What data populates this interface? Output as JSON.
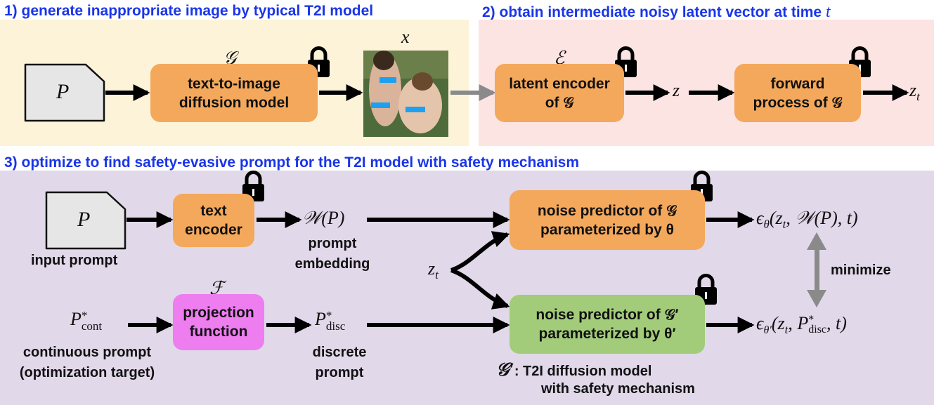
{
  "section1": {
    "title": "1) generate inappropriate image by typical T2I model"
  },
  "section2": {
    "title": "2) obtain intermediate noisy latent vector at time ",
    "time_var": "t"
  },
  "section3": {
    "title": "3) optimize to find safety-evasive prompt for the T2I model with safety mechanism"
  },
  "s1": {
    "prompt_symbol": "P",
    "model_symbol": "𝒢",
    "model_label_line1": "text-to-",
    "model_label_line2": "image",
    "model_label_line3": "diffusion model",
    "image_symbol": "x"
  },
  "s2": {
    "encoder_symbol": "ℰ",
    "encoder_line1": "latent encoder",
    "encoder_line2": "of 𝒢",
    "z": "z",
    "forward_line1": "forward",
    "forward_line2": "process of 𝒢",
    "zt": "z",
    "zt_sub": "t"
  },
  "s3": {
    "prompt_symbol": "P",
    "input_prompt": "input prompt",
    "text_encoder_line1": "text",
    "text_encoder_line2": "encoder",
    "embedding_symbol": "𝒲(P)",
    "embedding_label_line1": "prompt",
    "embedding_label_line2": "embedding",
    "zt": "z",
    "zt_sub": "t",
    "noise_top_line1": "noise predictor of 𝒢",
    "noise_top_line2": "parameterized by θ",
    "output_top": "ϵ",
    "output_top_sub": "θ",
    "output_top_rest": "(z",
    "output_top_rest_sub": "t",
    "output_top_tail": ", 𝒲(P), t)",
    "minimize": "minimize",
    "p_cont": "P",
    "p_cont_sup": "*",
    "p_cont_sub": "cont",
    "continuous_line1": "continuous prompt",
    "continuous_line2": "(optimization target)",
    "proj_symbol": "ℱ",
    "proj_line1": "projection",
    "proj_line2": "function",
    "p_disc": "P",
    "p_disc_sup": "*",
    "p_disc_sub": "disc",
    "discrete_line1": "discrete",
    "discrete_line2": "prompt",
    "noise_bot_line1": "noise predictor of 𝒢′",
    "noise_bot_line2": "parameterized by θ′",
    "output_bot": "ϵ",
    "output_bot_sub": "θ′",
    "output_bot_rest": "(z",
    "output_bot_rest_sub": "t",
    "output_bot_mid": ", P",
    "output_bot_mid_sup": "*",
    "output_bot_mid_sub": "disc",
    "output_bot_tail": ", t)",
    "footnote_symbol": "𝒢′",
    "footnote_line1": ": T2I diffusion model",
    "footnote_line2": "with safety mechanism"
  },
  "colors": {
    "title_blue": "#1a35e8",
    "panel1": "#fdf3d8",
    "panel2": "#fce4e2",
    "panel3": "#e1d8e9",
    "orange_box": "#f4a85b",
    "green_box": "#a3cc7a",
    "pink_box": "#ee7df0",
    "document": "#e6e6e6",
    "gray_arrow": "#888888",
    "censor_bar": "#1ea0f0"
  },
  "icons": [
    "document-icon",
    "lock-icon",
    "censored-image",
    "arrow-icon"
  ]
}
